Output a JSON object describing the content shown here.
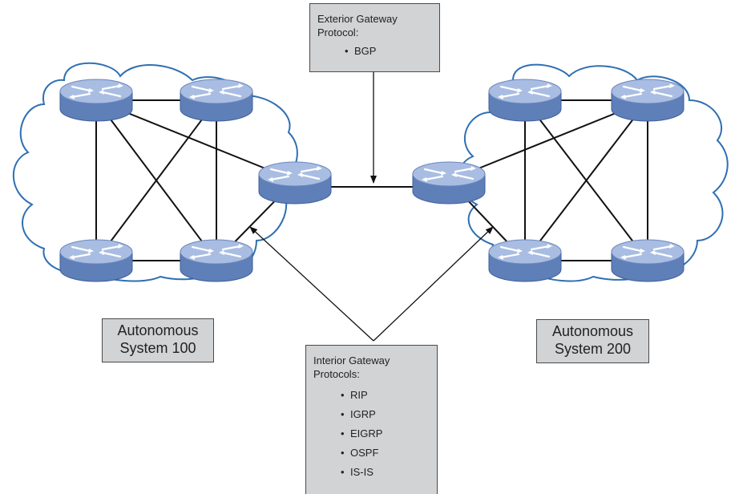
{
  "egp": {
    "title_line1": "Exterior Gateway",
    "title_line2": "Protocol:",
    "items": [
      "BGP"
    ]
  },
  "igp": {
    "title_line1": "Interior Gateway",
    "title_line2": "Protocols:",
    "items": [
      "RIP",
      "IGRP",
      "EIGRP",
      "OSPF",
      "IS-IS"
    ]
  },
  "as_left": {
    "line1": "Autonomous",
    "line2": "System 100"
  },
  "as_right": {
    "line1": "Autonomous",
    "line2": "System 200"
  },
  "colors": {
    "router_top": "#a9bde2",
    "router_side": "#5f7fb8",
    "cloud_stroke": "#2f6fb3",
    "box_fill": "#d2d3d5",
    "link": "#111111"
  },
  "icons": {
    "router": "router-icon",
    "cloud": "cloud-icon",
    "arrow": "arrow-icon"
  }
}
